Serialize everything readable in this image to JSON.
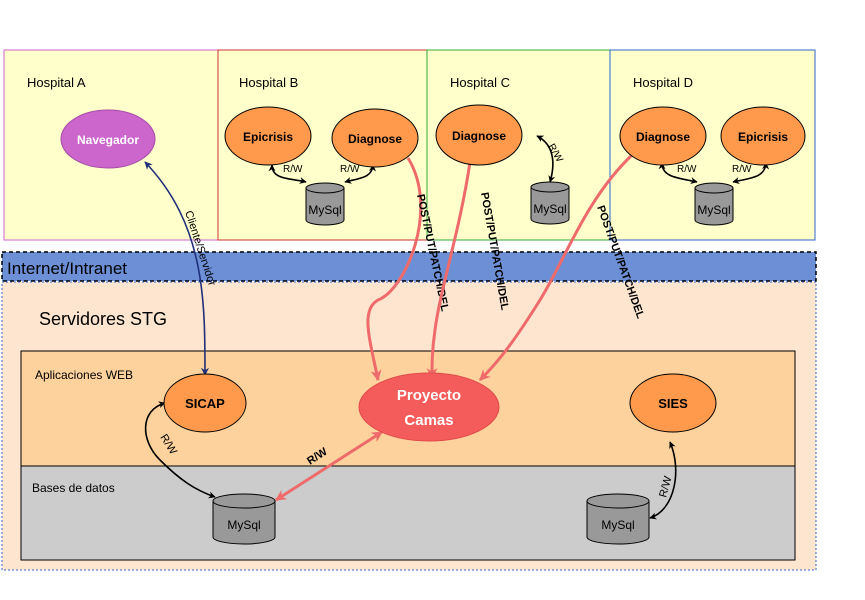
{
  "hospitals": {
    "a": {
      "title": "Hospital A",
      "navegador": "Navegador"
    },
    "b": {
      "title": "Hospital B",
      "epicrisis": "Epicrisis",
      "diagnose": "Diagnose",
      "mysql": "MySql",
      "rw_left": "R/W",
      "rw_right": "R/W"
    },
    "c": {
      "title": "Hospital C",
      "diagnose": "Diagnose",
      "mysql": "MySql",
      "rw": "R/W"
    },
    "d": {
      "title": "Hospital D",
      "diagnose": "Diagnose",
      "epicrisis": "Epicrisis",
      "mysql": "MySql",
      "rw_left": "R/W",
      "rw_right": "R/W"
    }
  },
  "internet": {
    "label": "Internet/Intranet"
  },
  "servers": {
    "title": "Servidores STG",
    "apps": {
      "label": "Aplicaciones WEB",
      "sicap": "SICAP",
      "sies": "SIES",
      "proyecto_line1": "Proyecto",
      "proyecto_line2": "Camas"
    },
    "db": {
      "label": "Bases de datos",
      "mysql_left": "MySql",
      "mysql_right": "MySql"
    }
  },
  "edges": {
    "cliente_servidor": "Cliente/Servidor",
    "post_b": "POST/PUT/PATCH/DEL",
    "post_c": "POST/PUT/PATCH/DEL",
    "post_d": "POST/PUT/PATCH/DEL",
    "rw_sicap": "R/W",
    "rw_proyecto": "R/W",
    "rw_sies": "R/W"
  },
  "colors": {
    "hospital_bg": "#ffffcc",
    "internet_band": "#6d8fd6",
    "servers_bg": "#fde5cf",
    "apps_bg": "#fdd29d",
    "db_bg": "#cccccc",
    "node_orange": "#ff9a4d",
    "node_purple": "#cc66cc",
    "node_red": "#f45c5c",
    "edge_red": "#ef6b6b",
    "edge_navy": "#1f2f7a",
    "cylinder_grey": "#999999"
  }
}
